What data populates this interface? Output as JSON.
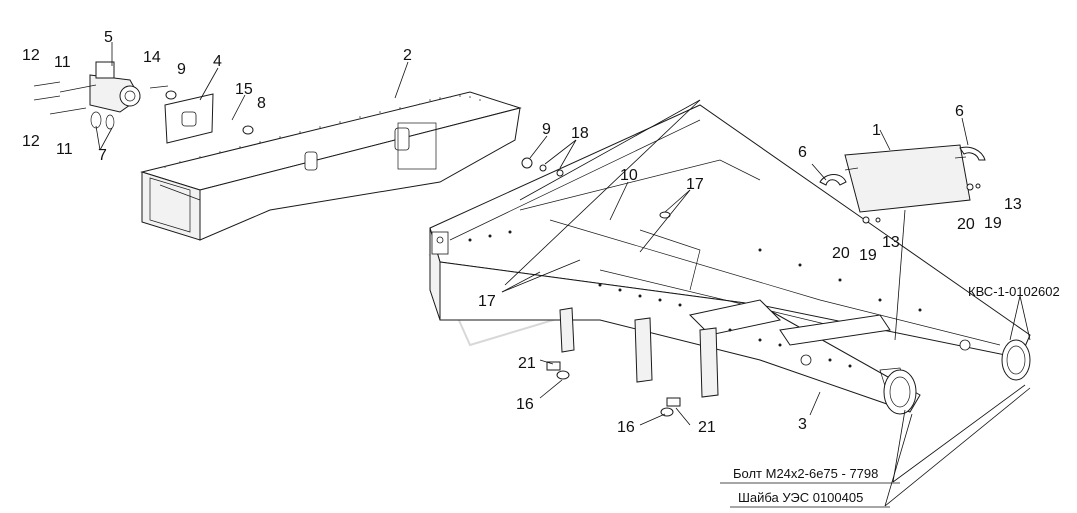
{
  "callouts": {
    "c1": "1",
    "c2": "2",
    "c3": "3",
    "c4": "4",
    "c5": "5",
    "c6a": "6",
    "c6b": "6",
    "c7": "7",
    "c8": "8",
    "c9a": "9",
    "c9b": "9",
    "c10": "10",
    "c11a": "11",
    "c11b": "11",
    "c12a": "12",
    "c12b": "12",
    "c13a": "13",
    "c13b": "13",
    "c14": "14",
    "c15": "15",
    "c16a": "16",
    "c16b": "16",
    "c17a": "17",
    "c17b": "17",
    "c18": "18",
    "c19a": "19",
    "c19b": "19",
    "c20a": "20",
    "c20b": "20",
    "c21a": "21",
    "c21b": "21"
  },
  "notes": {
    "assembly_code": "КВС-1-0102602",
    "bolt": "Болт М24х2-6е75 - 7798",
    "washer": "Шайба УЭС 0100405"
  }
}
